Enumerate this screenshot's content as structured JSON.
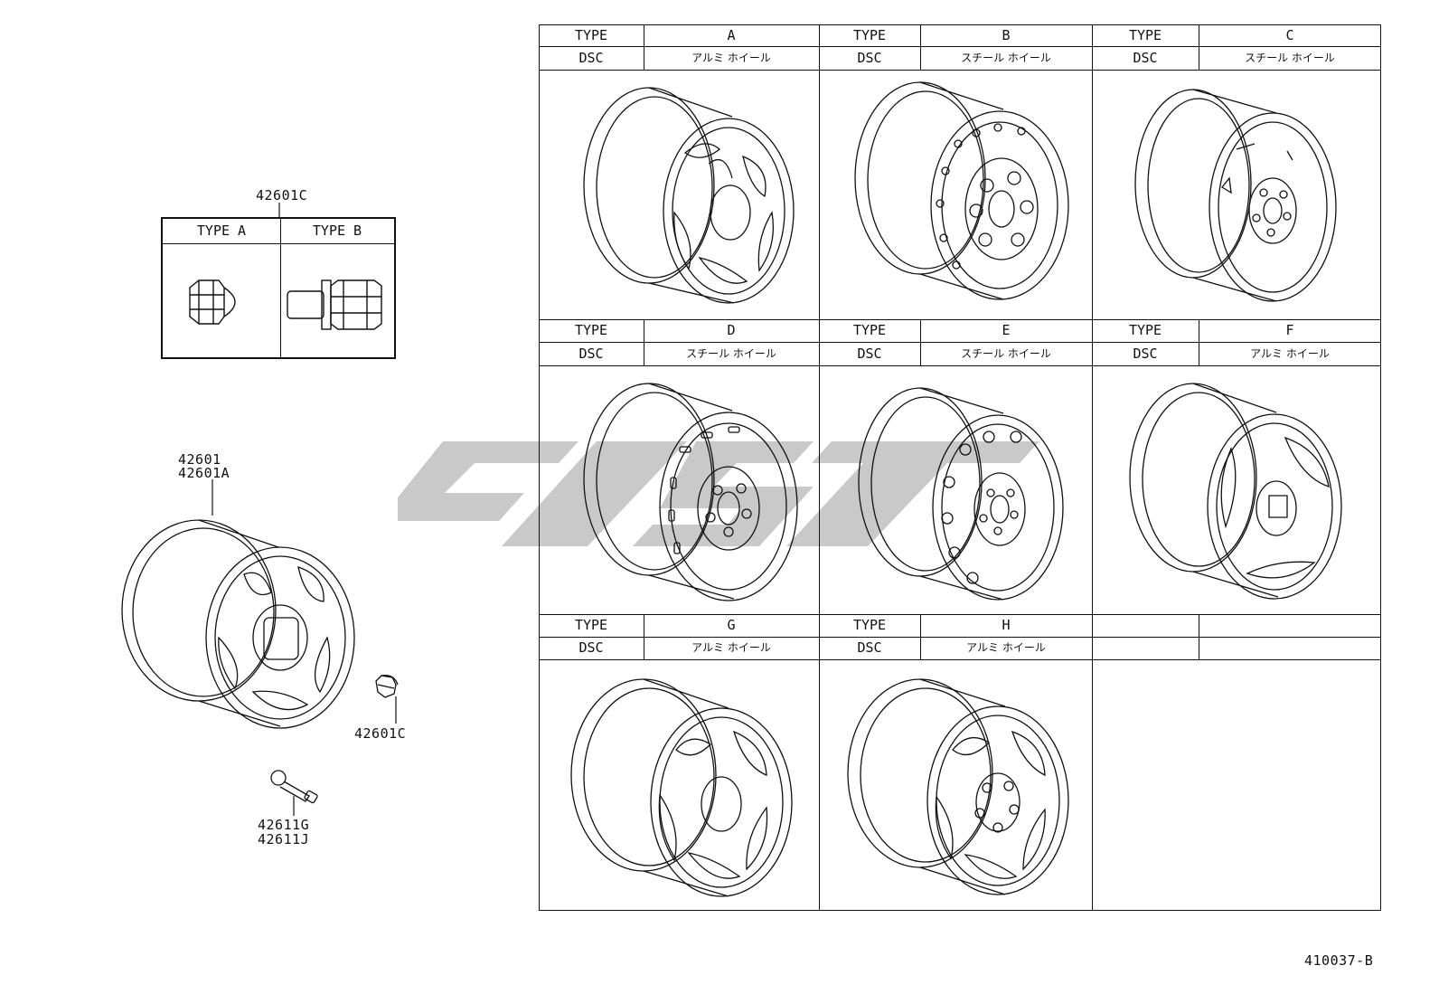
{
  "parts": {
    "nut_group": "42601C",
    "wheel_1": "42601",
    "wheel_2": "42601A",
    "nut_callout": "42601C",
    "valve_1": "42611G",
    "valve_2": "42611J"
  },
  "nut_table": {
    "col_a": "TYPE  A",
    "col_b": "TYPE  B"
  },
  "grid": {
    "type_label": "TYPE",
    "dsc_label": "DSC",
    "cells": [
      {
        "type": "A",
        "dsc": "アルミ  ホイール"
      },
      {
        "type": "B",
        "dsc": "スチール  ホイール"
      },
      {
        "type": "C",
        "dsc": "スチール  ホイール"
      },
      {
        "type": "D",
        "dsc": "スチール  ホイール"
      },
      {
        "type": "E",
        "dsc": "スチール  ホイール"
      },
      {
        "type": "F",
        "dsc": "アルミ  ホイール"
      },
      {
        "type": "G",
        "dsc": "アルミ  ホイール"
      },
      {
        "type": "H",
        "dsc": "アルミ  ホイール"
      }
    ]
  },
  "diagram_number": "410037-B",
  "colors": {
    "line": "#111111",
    "watermark": "#c8c8c8"
  }
}
